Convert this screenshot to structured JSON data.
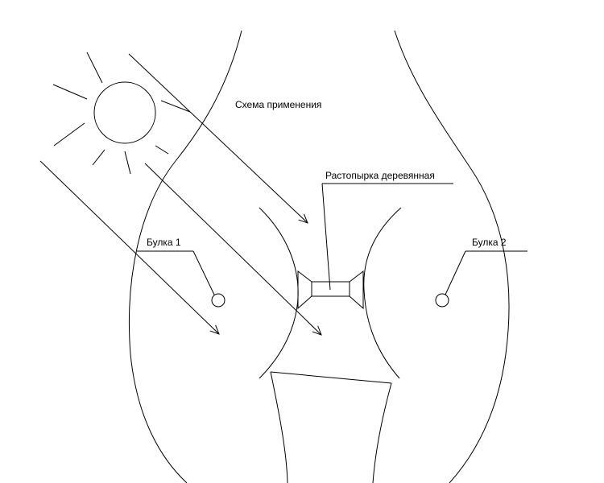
{
  "title": "Схема применения",
  "labels": {
    "spreader": "Растопырка деревянная",
    "bun1": "Булка 1",
    "bun2": "Булка 2"
  },
  "colors": {
    "ink": "#000000",
    "background": "#ffffff"
  },
  "icons": [
    "sun-icon",
    "arrow-icon"
  ]
}
